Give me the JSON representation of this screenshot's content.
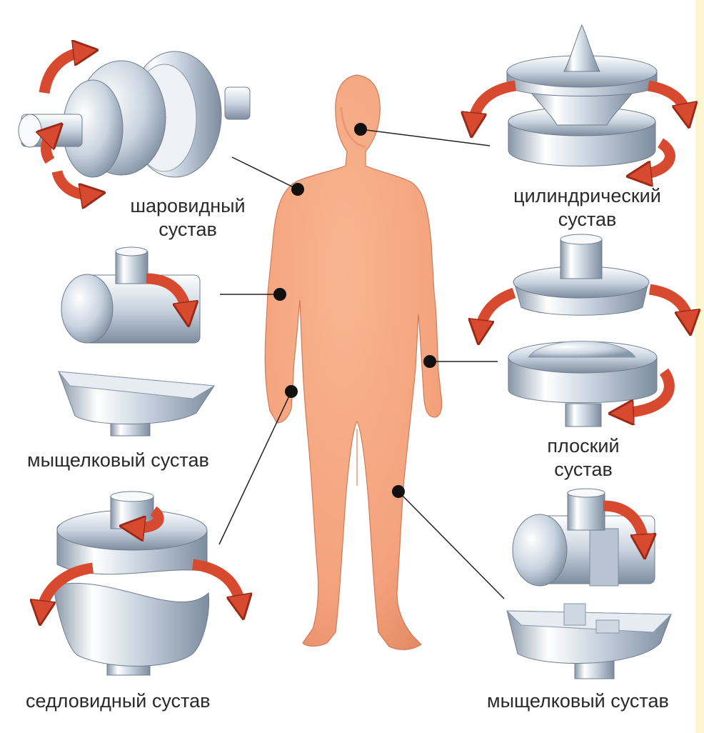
{
  "labels": {
    "ball_joint": [
      "шаровидный",
      "сустав"
    ],
    "cylindrical_joint": [
      "цилиндрический",
      "сустав"
    ],
    "condylar_joint_left": "мыщелковый сустав",
    "flat_joint": [
      "плоский",
      "сустав"
    ],
    "saddle_joint": "седловидный сустав",
    "condylar_joint_right": "мыщелковый сустав"
  },
  "colors": {
    "skin": "#f4a27c",
    "skin_shadow": "#e08660",
    "metal_light": "#ffffff",
    "metal_mid": "#c9d4e0",
    "metal_dark": "#8796a8",
    "arrow": "#d84a30",
    "arrow_edge": "#9a2a18",
    "dot": "#111111",
    "leader_line": "#222222"
  }
}
